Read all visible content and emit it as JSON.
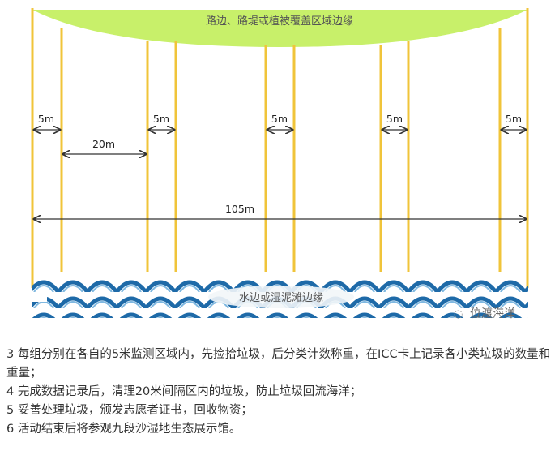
{
  "diagram": {
    "top_label": "路边、路堤或植被覆盖区域边缘",
    "bottom_label": "水边或湿泥滩边缘",
    "watermark": "位渡海洋",
    "dimensions": {
      "d5m": "5m",
      "d20m": "20m",
      "d105m": "105m"
    },
    "colors": {
      "pole": "#f0c43a",
      "vegetation": "#c8f06a",
      "water": "#1e6aa8"
    }
  },
  "text": {
    "line3": "3 每组分别在各自的5米监测区域内，先捡拾垃圾，后分类计数称重，在ICC卡上记录各小类垃圾的数量和重量；",
    "line4": "4 完成数据记录后，清理20米间隔区内的垃圾，防止垃圾回流海洋；",
    "line5": "5 妥善处理垃圾，颁发志愿者证书，回收物资；",
    "line6": "6 活动结束后将参观九段沙湿地生态展示馆。"
  }
}
